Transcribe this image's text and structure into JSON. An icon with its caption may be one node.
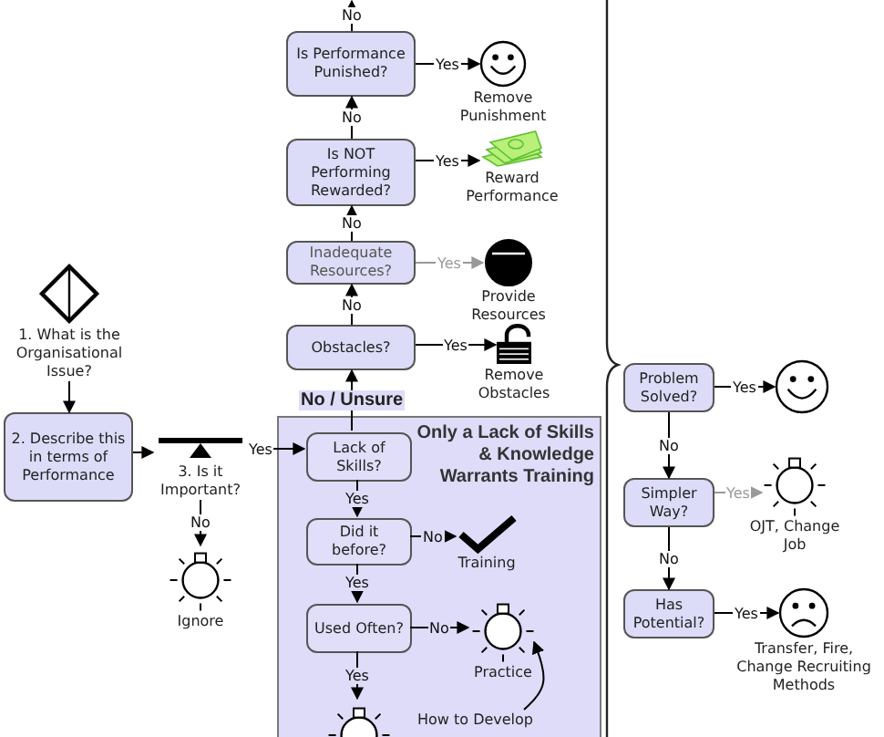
{
  "diagram": {
    "nodes": [
      {
        "text": [
          "1. What is the Organisational Issue?"
        ]
      },
      {
        "text": [
          "2. Describe this in terms of Performance"
        ]
      },
      {
        "text": [
          "3. Is it Important?"
        ]
      },
      {
        "text": [],
        "shape": "bulb",
        "beside": [
          "Ignore"
        ]
      },
      {
        "text": [
          "Only a Lack of Skills & Knowledge Warrants Training"
        ]
      },
      {
        "text": [
          "Lack of Skills?"
        ],
        "in": 4
      },
      {
        "text": [
          "Did it before?"
        ],
        "in": 4
      },
      {
        "text": [],
        "shape": "checkmark",
        "beside": [
          "Training"
        ],
        "in": 4
      },
      {
        "text": [
          "Used Often?"
        ],
        "in": 4
      },
      {
        "text": [],
        "shape": "bulb",
        "beside": [
          "Practice"
        ],
        "in": 4
      },
      {
        "text": [],
        "shape": "bulb",
        "in": 4
      },
      {
        "text": [
          "How to Develop"
        ],
        "in": 4
      },
      {
        "text": [
          "Obstacles?"
        ]
      },
      {
        "text": [],
        "shape": "lock",
        "beside": [
          "Remove Obstacles"
        ]
      },
      {
        "text": [
          "Inadequate Resources?"
        ]
      },
      {
        "text": [],
        "shape": "circle",
        "beside": [
          "Provide Resources"
        ]
      },
      {
        "text": [
          "Is NOT Performing Rewarded?"
        ]
      },
      {
        "text": [],
        "shape": "money",
        "beside": [
          "Reward Performance"
        ]
      },
      {
        "text": [
          "Is Performance Punished?"
        ]
      },
      {
        "text": [],
        "shape": "smiley",
        "beside": [
          "Remove Punishment"
        ]
      },
      {
        "text": [
          "Problem Solved?"
        ]
      },
      {
        "text": [],
        "shape": "smiley"
      },
      {
        "text": [
          "Simpler Way?"
        ]
      },
      {
        "text": [],
        "shape": "bulb",
        "beside": [
          "OJT, Change Job"
        ]
      },
      {
        "text": [
          "Has Potential?"
        ]
      },
      {
        "text": [],
        "shape": "frown",
        "beside": [
          "Transfer, Fire, Change Recruiting Methods"
        ]
      }
    ],
    "edges": [
      {
        "from": 0,
        "to": 1,
        "arrow": "to"
      },
      {
        "from": 1,
        "to": 2,
        "arrow": "to"
      },
      {
        "from": 2,
        "to": 5,
        "arrow": "to",
        "label": "Yes"
      },
      {
        "from": 2,
        "to": 3,
        "arrow": "to",
        "label": "No"
      },
      {
        "from": 5,
        "to": 12,
        "arrow": "to",
        "label": "No / Unsure"
      },
      {
        "from": 12,
        "to": 13,
        "arrow": "to",
        "label": "Yes"
      },
      {
        "from": 12,
        "to": 14,
        "arrow": "to",
        "label": "No"
      },
      {
        "from": 14,
        "to": 15,
        "arrow": "to",
        "label": "Yes",
        "color": "#999999"
      },
      {
        "from": 14,
        "to": 16,
        "arrow": "to",
        "label": "No"
      },
      {
        "from": 16,
        "to": 17,
        "arrow": "to",
        "label": "Yes"
      },
      {
        "from": 16,
        "to": 18,
        "arrow": "to",
        "label": "No"
      },
      {
        "from": 18,
        "to": 19,
        "arrow": "to",
        "label": "Yes"
      },
      {
        "from": 18,
        "to": null,
        "arrow": "to",
        "label": "No"
      },
      {
        "from": 5,
        "to": 6,
        "arrow": "to",
        "label": "Yes"
      },
      {
        "from": 6,
        "to": 7,
        "arrow": "to",
        "label": "No"
      },
      {
        "from": 6,
        "to": 8,
        "arrow": "to",
        "label": "Yes"
      },
      {
        "from": 8,
        "to": 9,
        "arrow": "to",
        "label": "No"
      },
      {
        "from": 8,
        "to": 10,
        "arrow": "to",
        "label": "Yes"
      },
      {
        "from": 11,
        "to": 9,
        "arrow": "to"
      },
      {
        "from": 20,
        "to": 21,
        "arrow": "to",
        "label": "Yes"
      },
      {
        "from": 20,
        "to": 22,
        "arrow": "to",
        "label": "No"
      },
      {
        "from": 22,
        "to": 23,
        "arrow": "to",
        "label": "Yes",
        "color": "#999999"
      },
      {
        "from": 22,
        "to": 24,
        "arrow": "to",
        "label": "No"
      },
      {
        "from": 24,
        "to": 25,
        "arrow": "to",
        "label": "Yes"
      }
    ]
  }
}
